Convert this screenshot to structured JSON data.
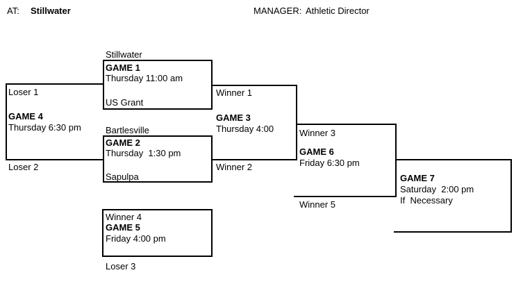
{
  "header": {
    "at_label": "AT:",
    "at_value": "Stillwater",
    "manager_label": "MANAGER:",
    "manager_value": "Athletic Director"
  },
  "games": {
    "game1": {
      "title": "GAME 1",
      "time": "Thursday 11:00 am",
      "top": "Stillwater",
      "bottom": "US Grant"
    },
    "game2": {
      "title": "GAME 2",
      "time": "Thursday  1:30 pm",
      "top": "Bartlesville",
      "bottom": "Sapulpa"
    },
    "game3": {
      "title": "GAME 3",
      "time": "Thursday 4:00",
      "top": "Winner 1",
      "bottom": "Winner 2"
    },
    "game4": {
      "title": "GAME 4",
      "time": "Thursday 6:30 pm",
      "top": "Loser 1",
      "bottom": "Loser 2"
    },
    "game5": {
      "title": "GAME 5",
      "time": "Friday 4:00 pm",
      "top": "Winner 4",
      "bottom": "Loser 3"
    },
    "game6": {
      "title": "GAME 6",
      "time": "Friday 6:30 pm",
      "top": "Winner 3",
      "bottom": "Winner 5"
    },
    "game7": {
      "title": "GAME 7",
      "time": "Saturday  2:00 pm",
      "note": "If  Necessary"
    }
  },
  "colors": {
    "line": "#000000",
    "text": "#000000",
    "background": "#ffffff"
  }
}
